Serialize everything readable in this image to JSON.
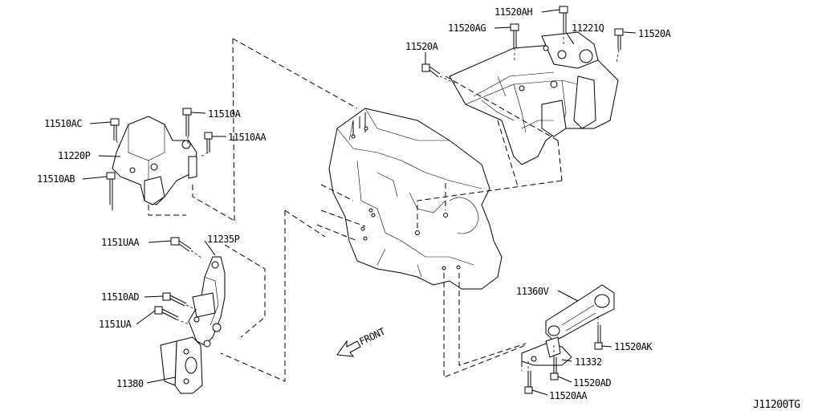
{
  "diagram_code": "J11200TG",
  "front_label": "FRONT",
  "callouts": {
    "c11520AH": "11520AH",
    "c11520AG": "11520AG",
    "c11221Q": "11221Q",
    "c11520A_r": "11520A",
    "c11520A_l": "11520A",
    "c11510AC": "11510AC",
    "c11510A": "11510A",
    "c11510AA": "11510AA",
    "c11220P": "11220P",
    "c11510AB": "11510AB",
    "c1151UAA": "1151UAA",
    "c11235P": "11235P",
    "c11510AD": "11510AD",
    "c1151UA": "1151UA",
    "c11380": "11380",
    "c11360V": "11360V",
    "c11520AK": "11520AK",
    "c11332": "11332",
    "c11520AD": "11520AD",
    "c11520AA": "11520AA"
  }
}
